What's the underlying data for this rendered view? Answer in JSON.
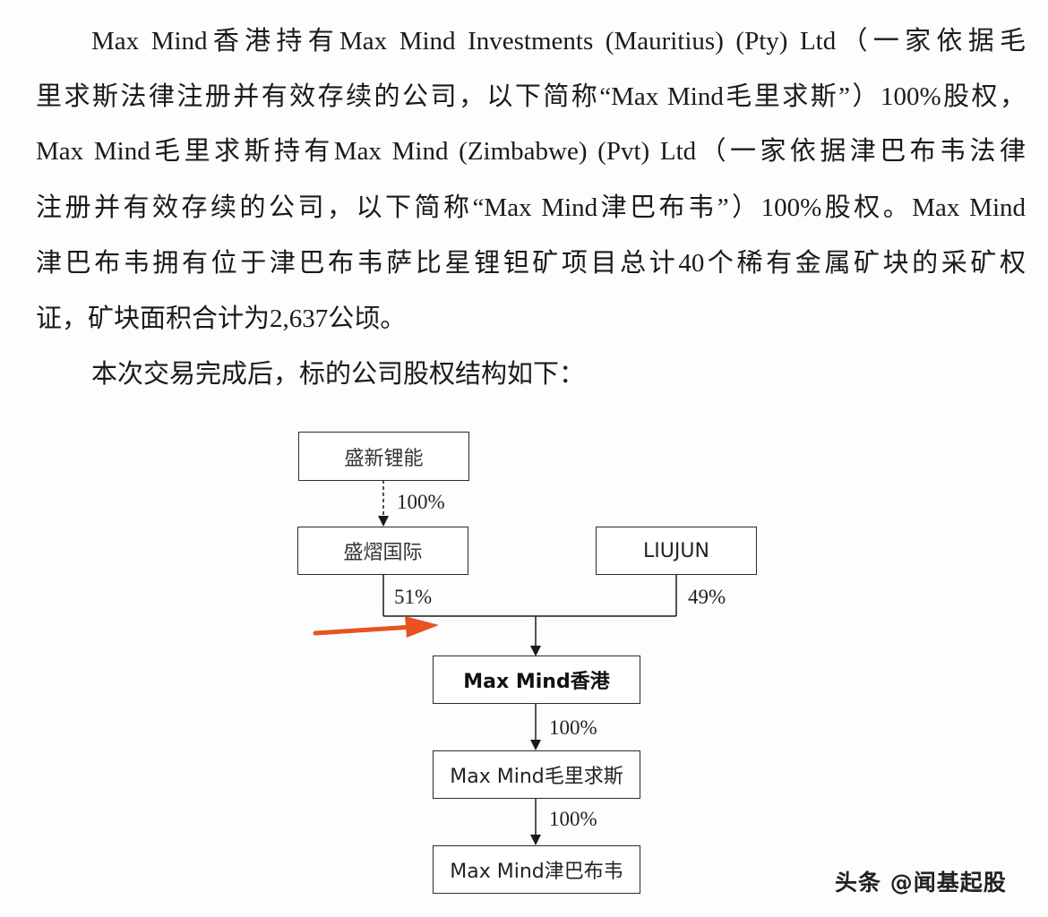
{
  "document": {
    "paragraph1": {
      "lines": [
        "Max Mind香港持有Max Mind Investments (Mauritius) (Pty) Ltd（一家依据毛",
        "里求斯法律注册并有效存续的公司，以下简称“Max Mind毛里求斯”）100%股权，",
        "Max Mind毛里求斯持有Max Mind (Zimbabwe) (Pvt) Ltd（一家依据津巴布韦法律",
        "注册并有效存续的公司，以下简称“Max Mind津巴布韦”）100%股权。Max Mind",
        "津巴布韦拥有位于津巴布韦萨比星锂钽矿项目总计40个稀有金属矿块的采矿权",
        "证，矿块面积合计为2,637公顷。"
      ]
    },
    "paragraph2": "本次交易完成后，标的公司股权结构如下："
  },
  "diagram": {
    "nodes": {
      "shengxin": "盛新锂能",
      "shengyu": "盛熠国际",
      "liujun": "LIUJUN",
      "maxmind_hk": "Max Mind香港",
      "maxmind_mu": "Max Mind毛里求斯",
      "maxmind_zw": "Max Mind津巴布韦"
    },
    "edges": {
      "shengxin_to_shengyu": "100%",
      "shengyu_to_hk": "51%",
      "liujun_to_hk": "49%",
      "hk_to_mu": "100%",
      "mu_to_zw": "100%"
    },
    "annotation_arrow_color": "#e8531f"
  },
  "watermark": "头条 @闻基起股"
}
